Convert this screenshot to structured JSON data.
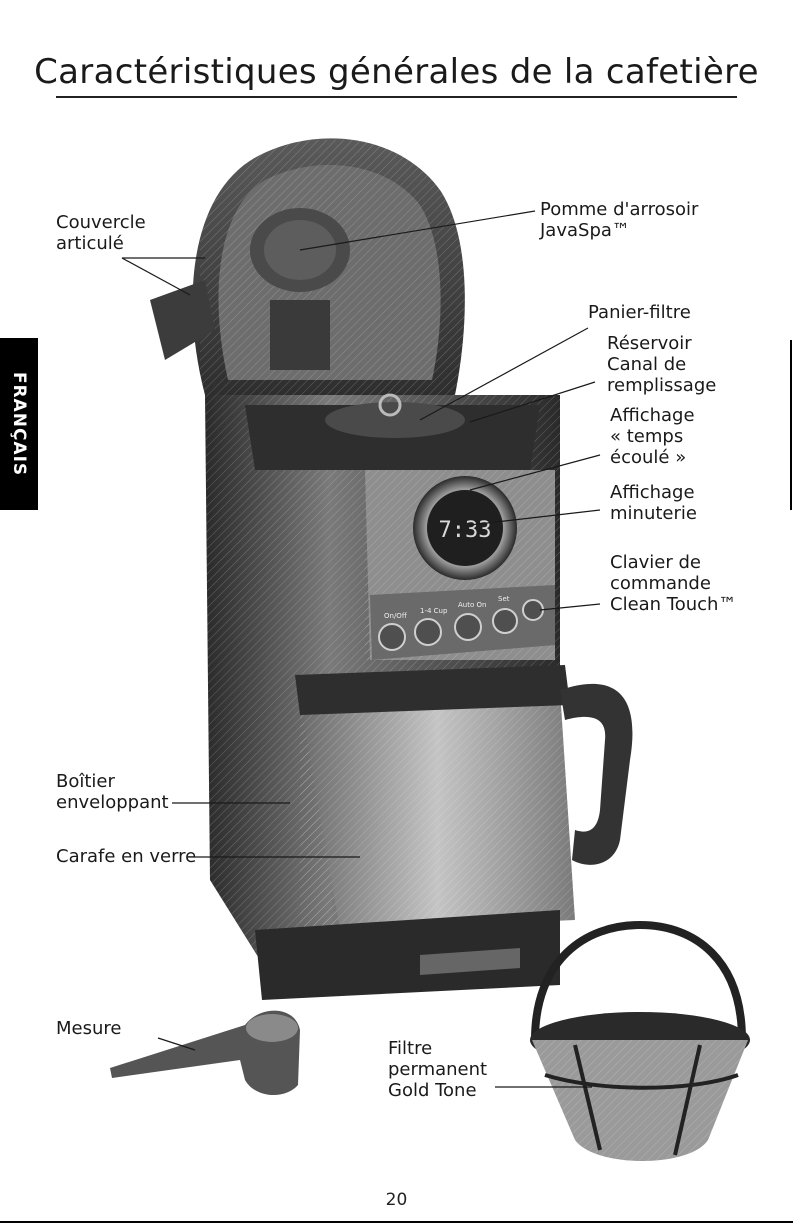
{
  "title": "Caractéristiques générales de la cafetière",
  "side_tab": "FRANÇAIS",
  "labels": {
    "couvercle": "Couvercle\narticulé",
    "pomme": "Pomme d'arrosoir\nJavaSpa™",
    "panier": "Panier-filtre",
    "reservoir": "Réservoir",
    "canal": "Canal de\nremplissage",
    "affichage_temps": "Affichage\n« temps\nécoulé »",
    "affichage_minuterie": "Affichage\nminuterie",
    "clavier": "Clavier de\ncommande\nClean Touch™",
    "boitier": "Boîtier\nenveloppant",
    "carafe": "Carafe en verre",
    "mesure": "Mesure",
    "filtre": "Filtre\npermanent\nGold Tone"
  },
  "display": {
    "time": "7:33",
    "buttons": [
      "On/Off",
      "1-4 Cup",
      "Auto On",
      "Set"
    ]
  },
  "page_number": "20",
  "colors": {
    "ink": "#1a1a1a",
    "body_dark": "#3a3a3a",
    "body_mid": "#8a8a8a",
    "glass": "#b8b8b8"
  }
}
